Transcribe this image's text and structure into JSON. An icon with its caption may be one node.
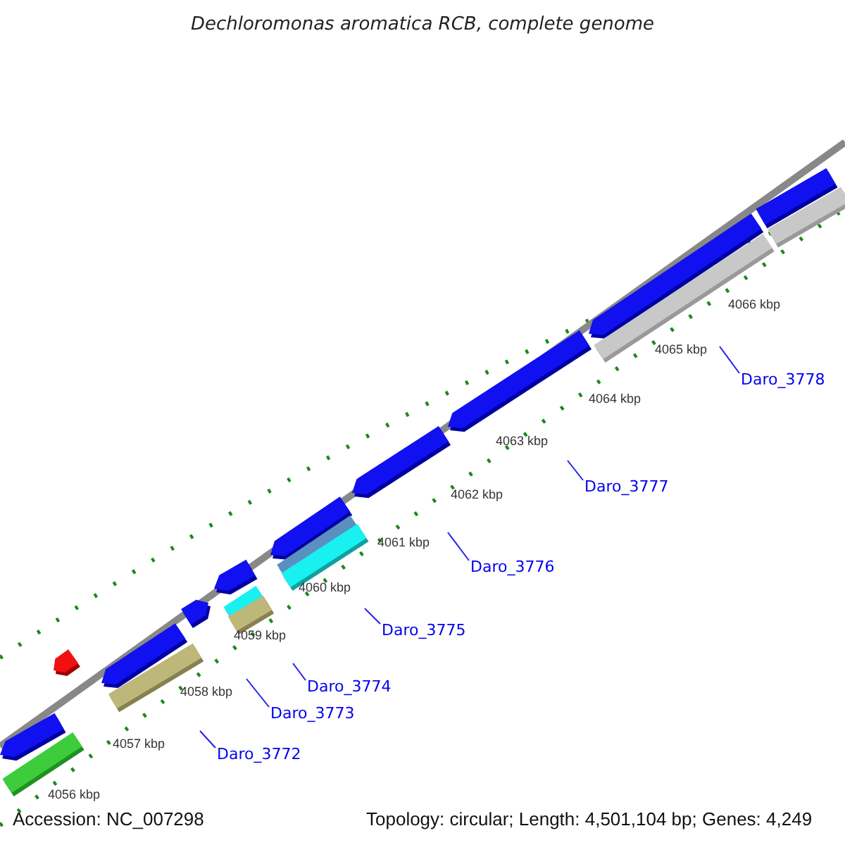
{
  "diagram": {
    "title": "Dechloromonas aromatica RCB, complete genome",
    "nodes": [
      {
        "text": [
          "Daro_3772"
        ]
      },
      {
        "text": [
          "Daro_3773"
        ]
      },
      {
        "text": [
          "Daro_3774"
        ]
      },
      {
        "text": [
          "Daro_3775"
        ]
      },
      {
        "text": [
          "Daro_3776"
        ]
      },
      {
        "text": [
          "Daro_3777"
        ]
      },
      {
        "text": [
          "Daro_3778"
        ]
      }
    ],
    "edges": [
      {
        "from": 0,
        "to": null,
        "arrow": "none"
      },
      {
        "from": 1,
        "to": null,
        "arrow": "none"
      },
      {
        "from": 2,
        "to": null,
        "arrow": "none"
      },
      {
        "from": 3,
        "to": null,
        "arrow": "none"
      },
      {
        "from": 4,
        "to": null,
        "arrow": "none"
      },
      {
        "from": 5,
        "to": null,
        "arrow": "none"
      },
      {
        "from": 6,
        "to": null,
        "arrow": "none"
      }
    ],
    "labels": [
      "4066 kbp",
      "4065 kbp",
      "4064 kbp",
      "4063 kbp",
      "4062 kbp",
      "4061 kbp",
      "4060 kbp",
      "4059 kbp",
      "4058 kbp",
      "4057 kbp",
      "4056 kbp",
      "Accession: NC_007298",
      "Topology: circular; Length: 4,501,104 bp; Genes: 4,249"
    ]
  }
}
